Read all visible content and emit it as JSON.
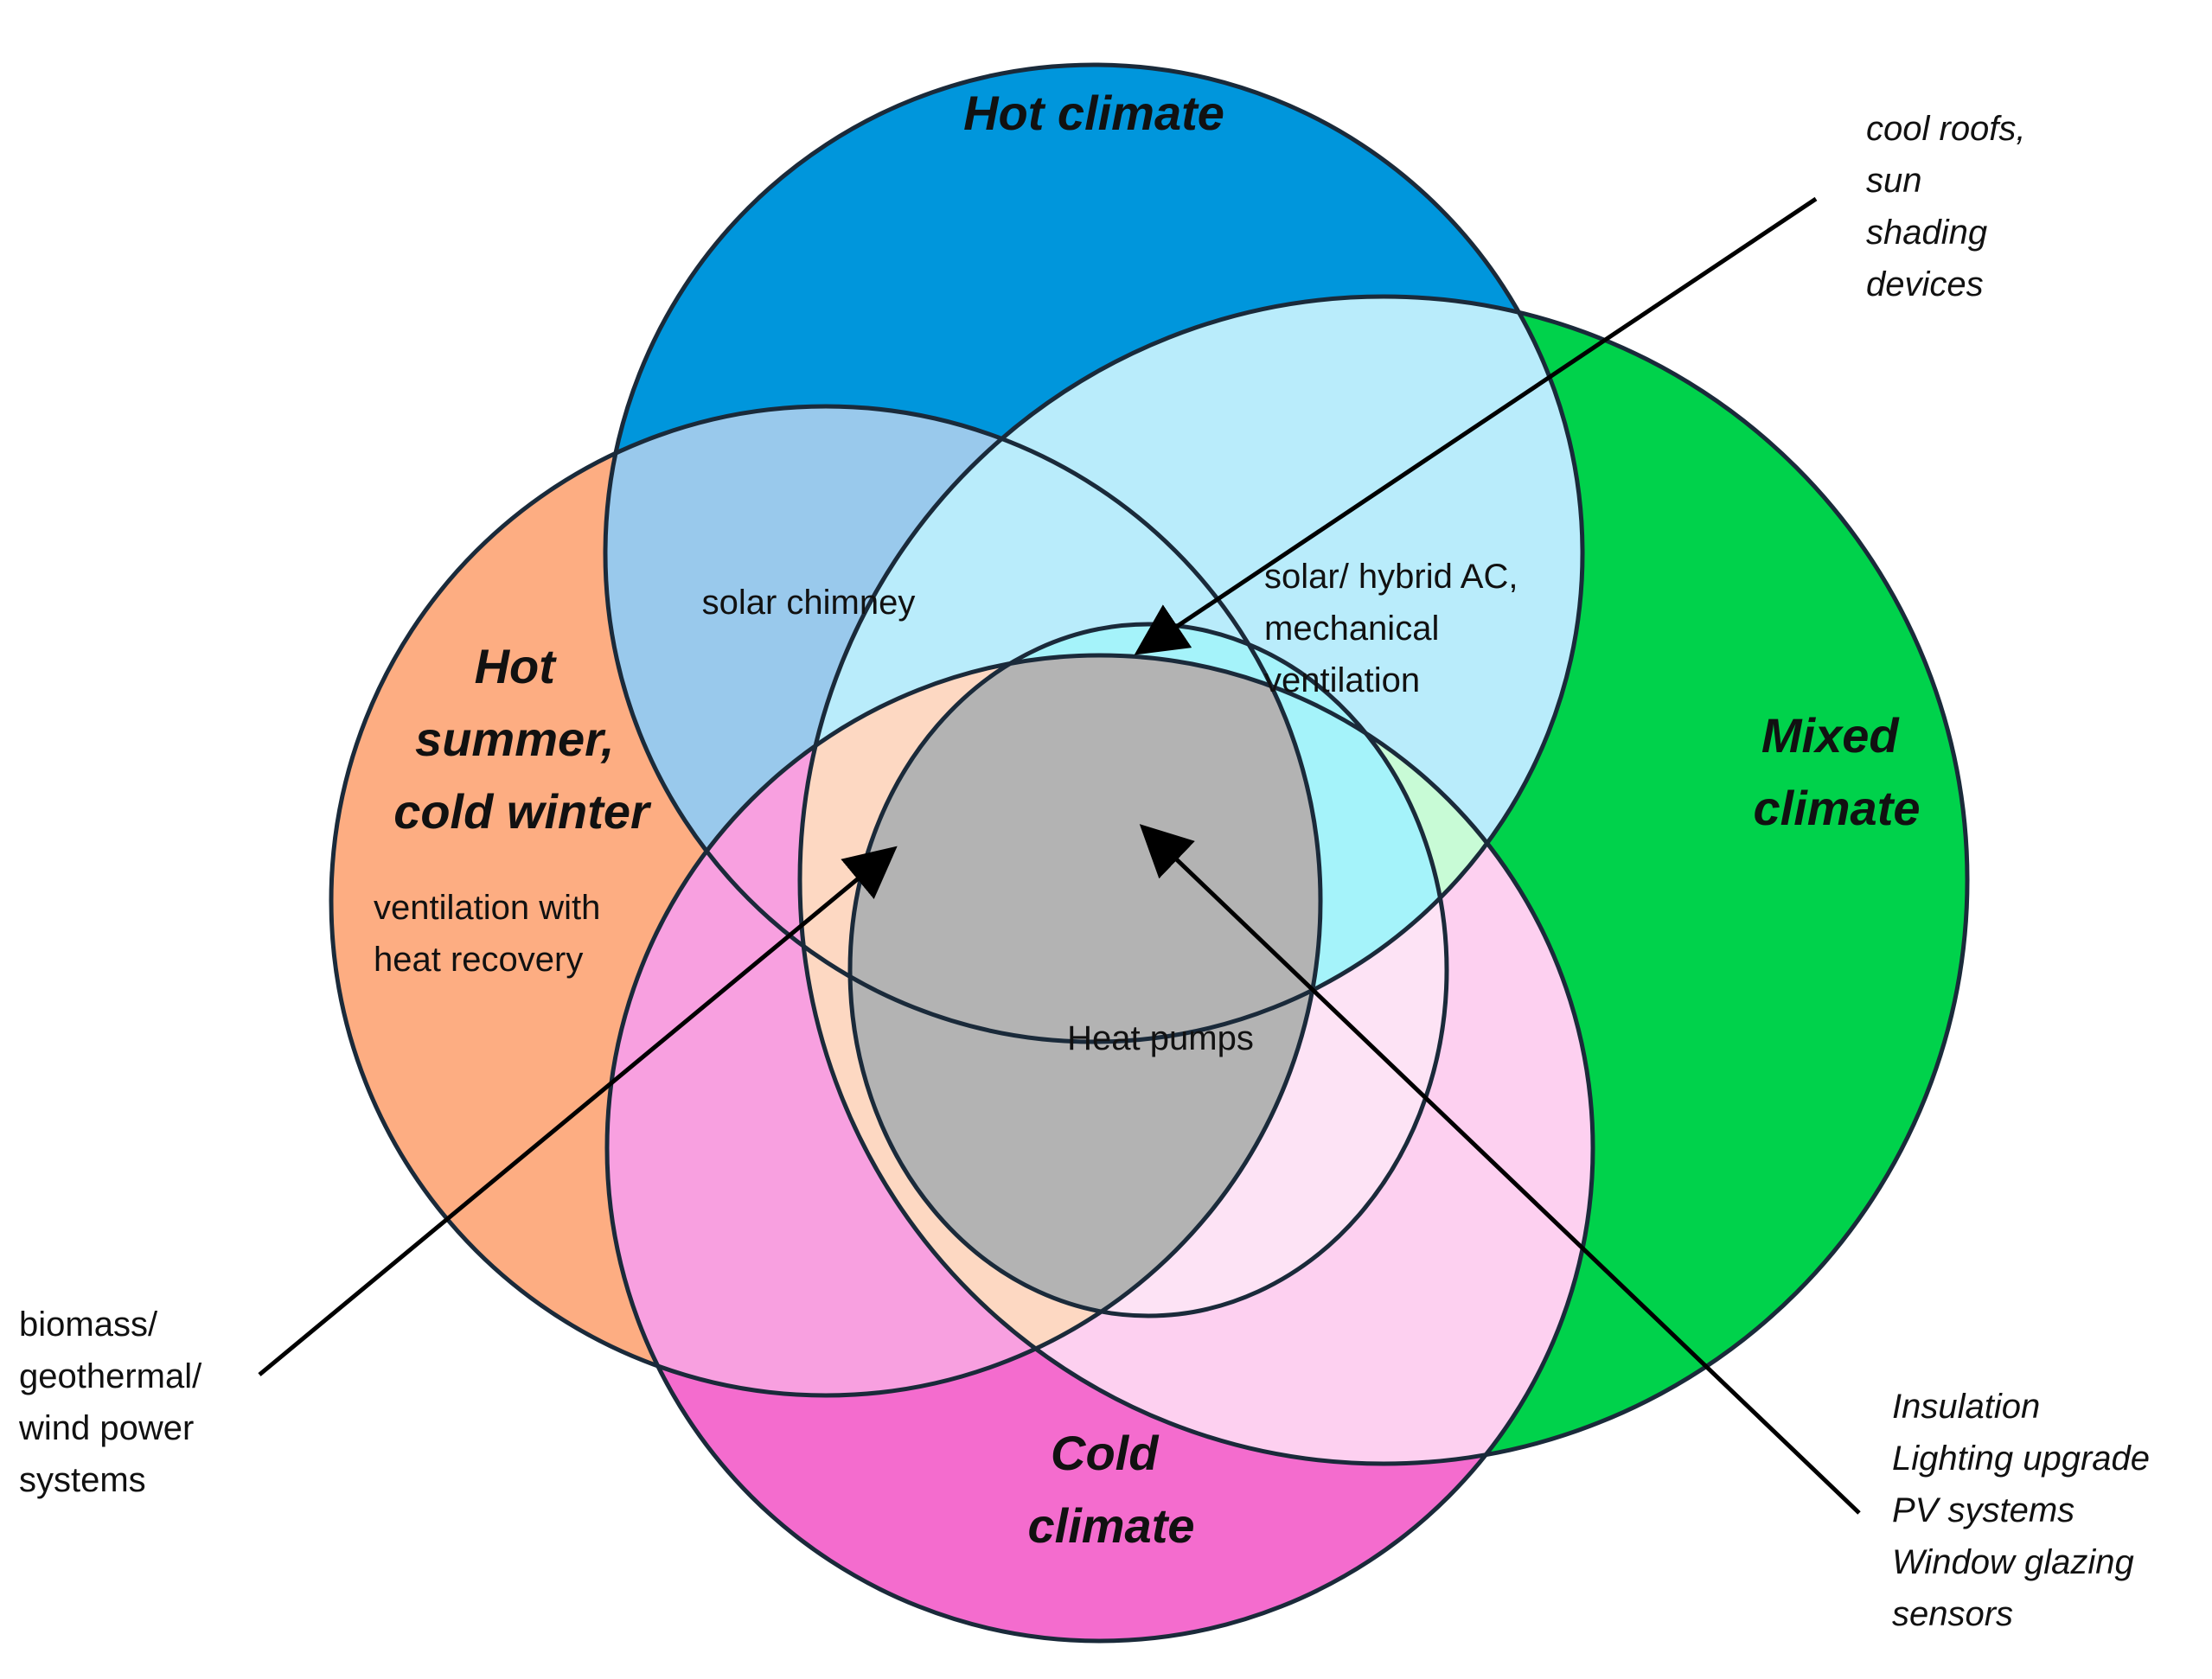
{
  "colors": {
    "hot": "#0096dc",
    "hot_summer_cold_winter": "#fdad82",
    "mixed": "#00d24b",
    "cold": "#f46cce",
    "hot_and_hscw": "#99c9ec",
    "hot_and_mixed": "#b9ecfb",
    "hot_mixed_hscw": "#a5f3fa",
    "hscw_and_cold": "#f8a0e0",
    "hscw_cold_mixed": "#fdd8c2",
    "mixed_and_cold": "#fdd0f0",
    "mixed_cold_hot": "#c8fbd6",
    "cold_and_center": "#fde3f5",
    "all_four": "#b3b3b3",
    "outline": "#1a2a3a"
  },
  "diagram": {
    "circles": [
      {
        "id": "hot",
        "title_lines": [
          "Hot climate"
        ]
      },
      {
        "id": "hscw",
        "title_lines": [
          "Hot",
          "summer,",
          "cold winter"
        ]
      },
      {
        "id": "mixed",
        "title_lines": [
          "Mixed",
          "climate"
        ]
      },
      {
        "id": "cold",
        "title_lines": [
          "Cold",
          "climate"
        ]
      }
    ],
    "region_labels": {
      "solar_chimney": [
        "solar chimney"
      ],
      "solar_hybrid": [
        "solar/ hybrid AC,",
        "mechanical",
        "ventilation"
      ],
      "ventilation_heat_recovery": [
        "ventilation with",
        "heat recovery"
      ],
      "heat_pumps": [
        "Heat pumps"
      ]
    },
    "callouts": {
      "cool_roofs": [
        "cool roofs,",
        "sun",
        "shading",
        "devices"
      ],
      "biomass": [
        "biomass/",
        "geothermal/",
        "wind power",
        "systems"
      ],
      "insulation": [
        "Insulation",
        "Lighting upgrade",
        "PV systems",
        "Window glazing",
        "sensors"
      ]
    }
  }
}
